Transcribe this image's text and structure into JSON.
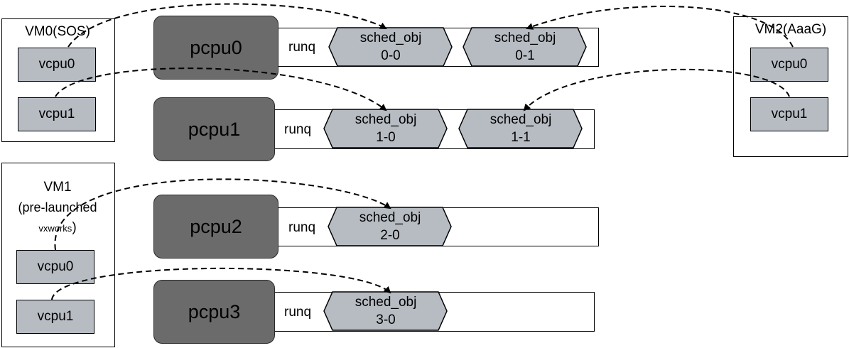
{
  "vms": {
    "vm0": {
      "title": "VM0(SOS)",
      "vcpus": [
        "vcpu0",
        "vcpu1"
      ]
    },
    "vm1": {
      "title_line1": "VM1",
      "title_line2": "(pre-launched",
      "title_line3": "vxworks",
      "title_line3_suffix": ")",
      "vcpus": [
        "vcpu0",
        "vcpu1"
      ]
    },
    "vm2": {
      "title": "VM2(AaaG)",
      "vcpus": [
        "vcpu0",
        "vcpu1"
      ]
    }
  },
  "pcpus": [
    {
      "label": "pcpu0",
      "runq_label": "runq",
      "sched": [
        {
          "line1": "sched_obj",
          "line2": "0-0"
        },
        {
          "line1": "sched_obj",
          "line2": "0-1"
        }
      ]
    },
    {
      "label": "pcpu1",
      "runq_label": "runq",
      "sched": [
        {
          "line1": "sched_obj",
          "line2": "1-0"
        },
        {
          "line1": "sched_obj",
          "line2": "1-1"
        }
      ]
    },
    {
      "label": "pcpu2",
      "runq_label": "runq",
      "sched": [
        {
          "line1": "sched_obj",
          "line2": "2-0"
        }
      ]
    },
    {
      "label": "pcpu3",
      "runq_label": "runq",
      "sched": [
        {
          "line1": "sched_obj",
          "line2": "3-0"
        }
      ]
    }
  ],
  "colors": {
    "vcpu_fill": "#b7bcc3",
    "pcpu_fill": "#6b6b6b",
    "sched_fill": "#b7bcc3",
    "stroke": "#000000"
  }
}
